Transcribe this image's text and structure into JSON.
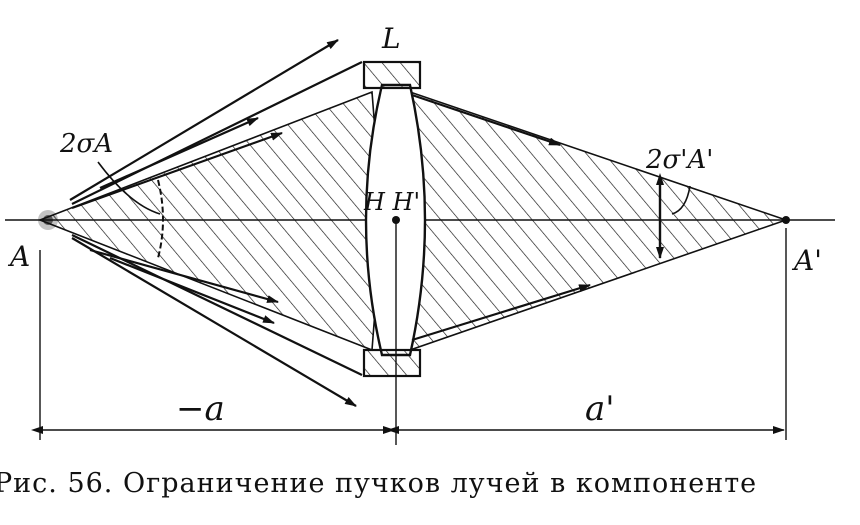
{
  "labels": {
    "lens": "L",
    "source": "A",
    "image": "A'",
    "principal_planes": "H H'",
    "angle_object": "2σA",
    "angle_image": "2σ'A'",
    "object_distance": "−a",
    "image_distance": "a'"
  },
  "caption": "Рис. 56. Ограничение пучков лучей в компоненте",
  "colors": {
    "ink": "#111111",
    "paper": "#ffffff"
  }
}
